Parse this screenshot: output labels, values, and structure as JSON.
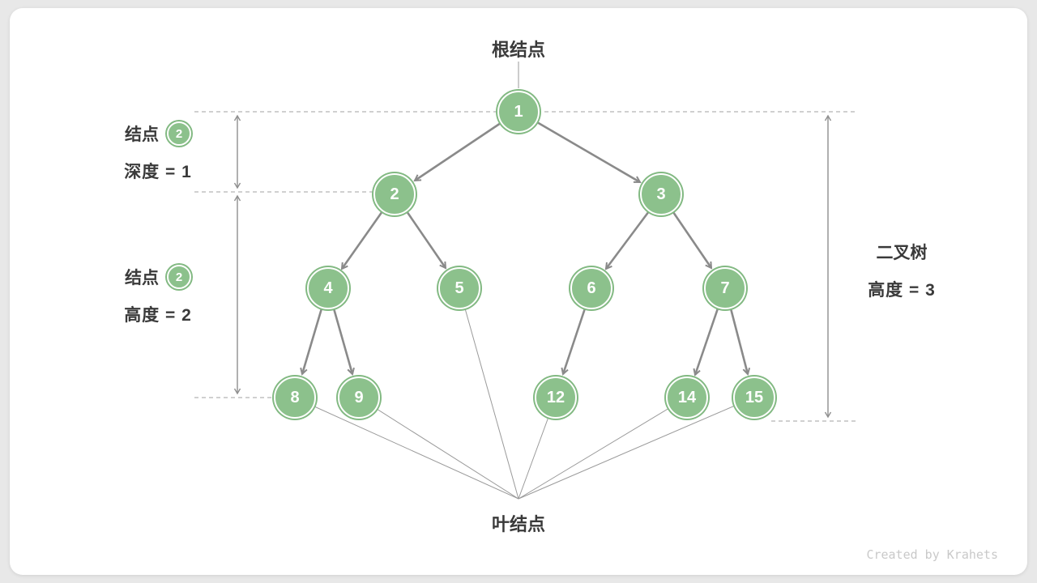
{
  "diagram": {
    "root_label": "根结点",
    "leaf_label": "叶结点"
  },
  "tree": {
    "nodes": [
      {
        "value": "1"
      },
      {
        "value": "2"
      },
      {
        "value": "3"
      },
      {
        "value": "4"
      },
      {
        "value": "5"
      },
      {
        "value": "6"
      },
      {
        "value": "7"
      },
      {
        "value": "8"
      },
      {
        "value": "9"
      },
      {
        "value": "12"
      },
      {
        "value": "14"
      },
      {
        "value": "15"
      }
    ],
    "edges": [
      [
        "1",
        "2"
      ],
      [
        "1",
        "3"
      ],
      [
        "2",
        "4"
      ],
      [
        "2",
        "5"
      ],
      [
        "3",
        "6"
      ],
      [
        "3",
        "7"
      ],
      [
        "4",
        "8"
      ],
      [
        "4",
        "9"
      ],
      [
        "6",
        "12"
      ],
      [
        "7",
        "14"
      ],
      [
        "7",
        "15"
      ]
    ],
    "leaves": [
      "8",
      "9",
      "5",
      "12",
      "14",
      "15"
    ]
  },
  "annotations": {
    "node_depth": {
      "label": "结点",
      "badge": "2",
      "formula": "深度 = 1"
    },
    "node_height": {
      "label": "结点",
      "badge": "2",
      "formula": "高度 = 2"
    },
    "tree_height": {
      "label": "二叉树",
      "formula": "高度 = 3"
    }
  },
  "watermark": "Created by Krahets",
  "colors": {
    "node_fill": "#8cc18c",
    "node_ring": "#82b982",
    "edge": "#8a8a8a",
    "dashed_line": "#b5b5b5",
    "text": "#3a3a3a"
  }
}
